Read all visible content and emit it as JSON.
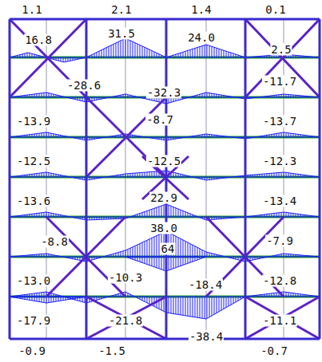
{
  "diagram": {
    "labels": [
      "1.1",
      "2.1",
      "1.4",
      "0.1",
      "16.8",
      "31.5",
      "24.0",
      "2.5",
      "-28.6",
      "-32.3",
      "-11.7",
      "-13.9",
      "-8.7",
      "-13.7",
      "-12.5",
      "-12.5",
      "-12.3",
      "-13.6",
      "22.9",
      "-13.4",
      "-8.8",
      "38.0",
      "-7.9",
      "64",
      "-13.0",
      "-10.3",
      "-18.4",
      "-12.8",
      "-17.9",
      "-21.8",
      "-38.4",
      "-11.1",
      "-0.9",
      "-1.5",
      "-0.7"
    ]
  }
}
